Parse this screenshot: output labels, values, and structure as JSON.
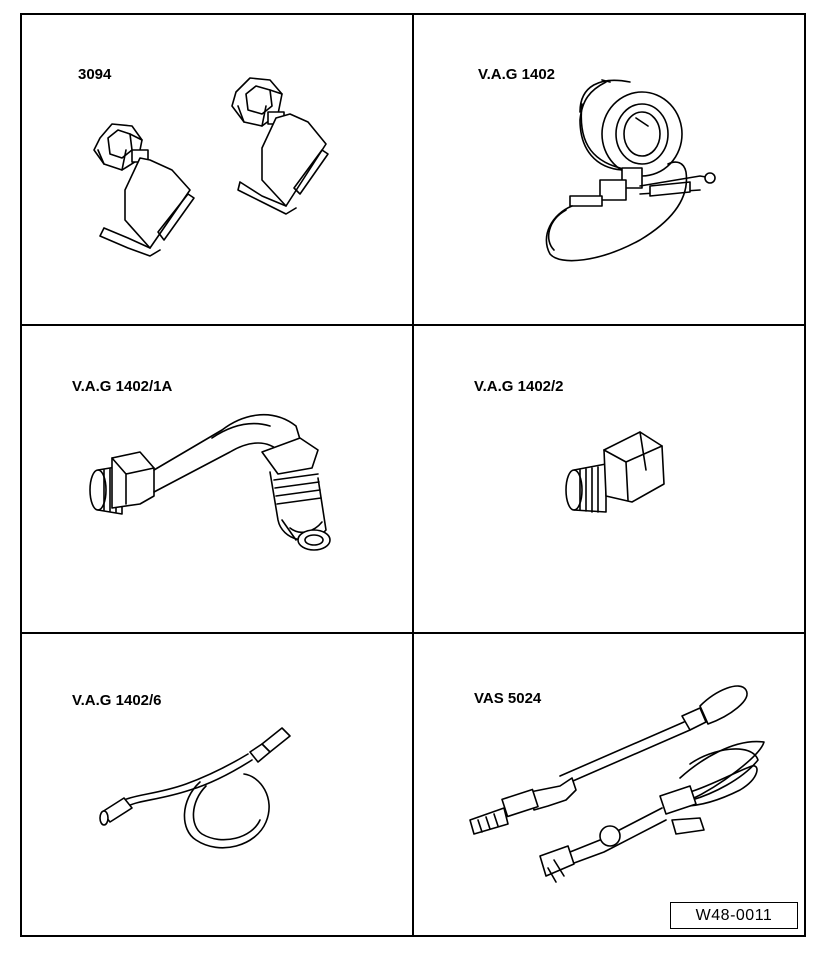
{
  "tools": [
    {
      "id": "3094",
      "label": "3094",
      "icon": "hose-clamp-pair-icon"
    },
    {
      "id": "vag-1402",
      "label": "V.A.G 1402",
      "icon": "pressure-gauge-icon"
    },
    {
      "id": "vag-1402-1a",
      "label": "V.A.G 1402/1A",
      "icon": "angled-adapter-icon"
    },
    {
      "id": "vag-1402-2",
      "label": "V.A.G 1402/2",
      "icon": "threaded-adapter-icon"
    },
    {
      "id": "vag-1402-6",
      "label": "V.A.G 1402/6",
      "icon": "flexible-hose-icon"
    },
    {
      "id": "vas-5024",
      "label": "VAS 5024",
      "icon": "hose-clip-pliers-icon"
    }
  ],
  "figure_ref": "W48-0011",
  "colors": {
    "line": "#000000",
    "background": "#ffffff"
  }
}
